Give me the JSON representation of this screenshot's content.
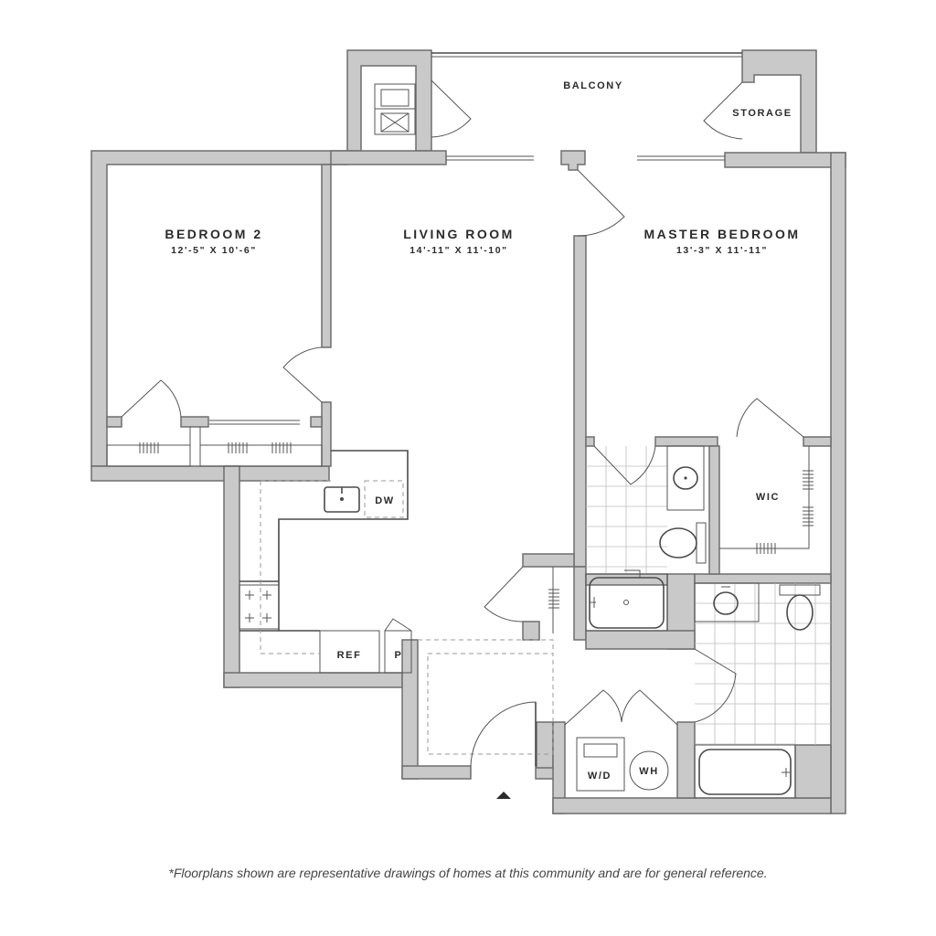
{
  "rooms": {
    "bedroom2": {
      "name": "BEDROOM 2",
      "dims": "12'-5\" X 10'-6\""
    },
    "living": {
      "name": "LIVING ROOM",
      "dims": "14'-11\" X 11'-10\""
    },
    "master": {
      "name": "MASTER BEDROOM",
      "dims": "13'-3\" X 11'-11\""
    },
    "balcony": {
      "name": "BALCONY"
    },
    "storage": {
      "name": "STORAGE"
    },
    "wic": {
      "name": "WIC"
    }
  },
  "appliances": {
    "dishwasher": "DW",
    "refrigerator": "REF",
    "pantry": "P",
    "washer_dryer": "W/D",
    "water_heater": "WH"
  },
  "disclaimer": "*Floorplans shown are representative drawings of homes at this community and are for general reference."
}
